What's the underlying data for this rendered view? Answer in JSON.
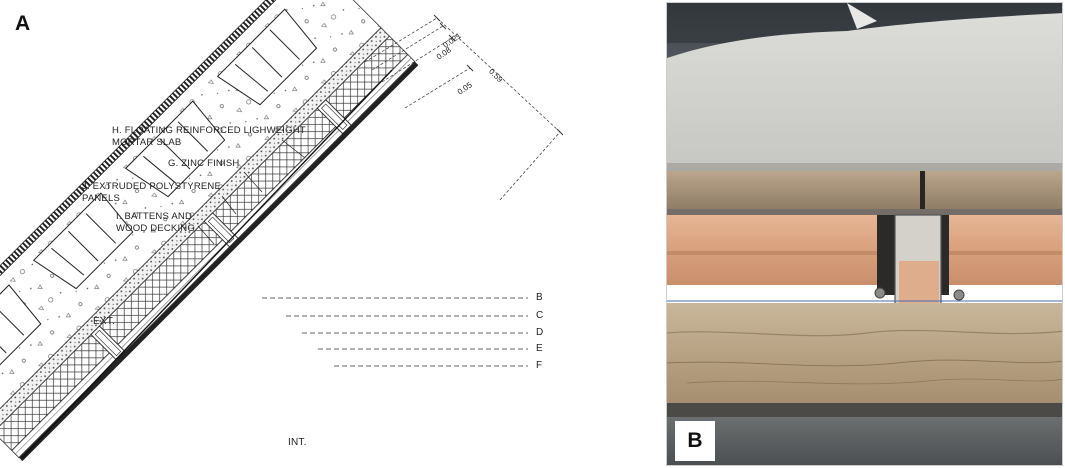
{
  "panel_a": {
    "letter": "A",
    "callouts": {
      "h_line1": "H. FLOATING REINFORCED LIGHWEIGHT",
      "h_line2": "MORTAR SLAB",
      "g": "G. ZINC FINISH",
      "j_line1": "J. EXTRUDED POLYSTYRENE",
      "j_line2": "PANELS",
      "i_line1": "I. BATTENS AND",
      "i_line2": "WOOD DECKING"
    },
    "zones": {
      "ext": "EXT.",
      "int": "INT."
    },
    "dimensions": [
      "0.021",
      "0.08",
      "0.05",
      "0.59"
    ],
    "layer_markers": [
      "B",
      "C",
      "D",
      "E",
      "F"
    ]
  },
  "panel_b": {
    "letter": "B"
  }
}
